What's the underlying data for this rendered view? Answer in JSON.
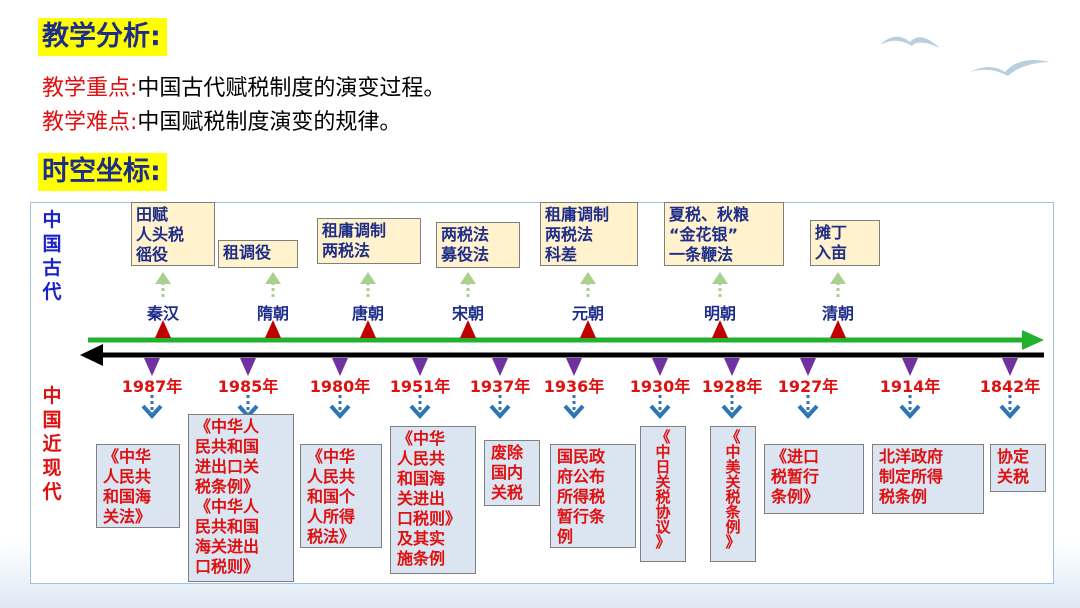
{
  "headings": {
    "analysis": "教学分析:",
    "spacetime": "时空坐标:"
  },
  "key_points": {
    "focus_label": "教学重点:",
    "focus_text": "中国古代赋税制度的演变过程。",
    "difficulty_label": "教学难点:",
    "difficulty_text": "中国赋税制度演变的规律。"
  },
  "timeline": {
    "ancient_label": "中国古代",
    "modern_label": "中国近现代",
    "ancient": [
      {
        "dynasty": "秦汉",
        "event": "田赋\n人头税\n徭役"
      },
      {
        "dynasty": "隋朝",
        "event": "租调役"
      },
      {
        "dynasty": "唐朝",
        "event": "租庸调制\n两税法"
      },
      {
        "dynasty": "宋朝",
        "event": "两税法\n募役法"
      },
      {
        "dynasty": "元朝",
        "event": "租庸调制\n两税法\n科差"
      },
      {
        "dynasty": "明朝",
        "event": "夏税、秋粮\n“金花银”\n一条鞭法"
      },
      {
        "dynasty": "清朝",
        "event": "摊丁\n入亩"
      }
    ],
    "modern": [
      {
        "year": "1987年",
        "event": "《中华\n人民共\n和国海\n关法》"
      },
      {
        "year": "1985年",
        "event": "《中华人\n民共和国\n进出口关\n税条例》\n《中华人\n民共和国\n海关进出\n口税则》"
      },
      {
        "year": "1980年",
        "event": "《中华\n人民共\n和国个\n人所得\n税法》"
      },
      {
        "year": "1951年",
        "event": "《中华\n人民共\n和国海\n关进出\n口税则》\n及其实\n施条例"
      },
      {
        "year": "1937年",
        "event": "废除\n国内\n关税"
      },
      {
        "year": "1936年",
        "event": "国民政\n府公布\n所得税\n暂行条\n例"
      },
      {
        "year": "1930年",
        "event": "《\n中\n日\n关\n税\n协\n议\n》"
      },
      {
        "year": "1928年",
        "event": "《\n中\n美\n关\n税\n条\n例\n》"
      },
      {
        "year": "1927年",
        "event": "《进口\n税暂行\n条例》"
      },
      {
        "year": "1914年",
        "event": "北洋政府\n制定所得\n税条例"
      },
      {
        "year": "1842年",
        "event": "协定\n关税"
      }
    ]
  },
  "colors": {
    "heading_bg": "#ffff00",
    "heading_text": "#1f2d8a",
    "label_red": "#e01010",
    "ancient_box": "#fff2cc",
    "modern_box": "#dae5f1",
    "green_arrow": "#22b02f",
    "black_arrow": "#000000",
    "marker_red": "#c00000",
    "marker_purple": "#7030a0",
    "dotted_blue": "#2e75b6",
    "dotted_green": "#a9d18e"
  }
}
